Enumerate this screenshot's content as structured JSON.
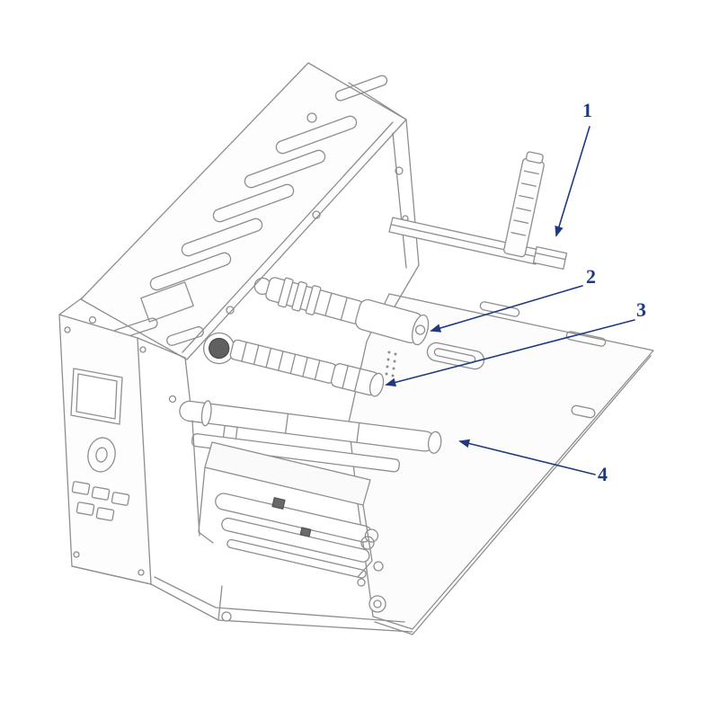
{
  "diagram": {
    "kind": "technical-illustration",
    "callouts": [
      {
        "label": "1"
      },
      {
        "label": "2"
      },
      {
        "label": "3"
      },
      {
        "label": "4"
      }
    ],
    "colors": {
      "line": "#8e8e8e",
      "callout": "#1f3a7d",
      "background": "#ffffff"
    }
  }
}
